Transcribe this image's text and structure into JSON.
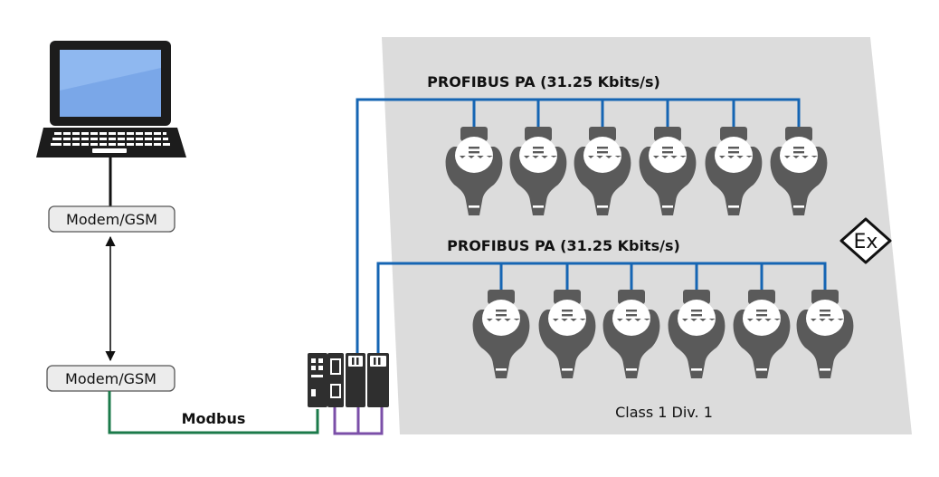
{
  "diagram": {
    "bus_top_label": "PROFIBUS PA (31.25 Kbits/s)",
    "bus_bottom_label": "PROFIBUS PA (31.25 Kbits/s)",
    "modem_top_label": "Modem/GSM",
    "modem_bottom_label": "Modem/GSM",
    "modbus_label": "Modbus",
    "zone_label": "Class 1 Div. 1",
    "ex_symbol": "Ex",
    "colors": {
      "profibus": "#1565b3",
      "modbus": "#1b7a4a",
      "io_link": "#7b4fa8",
      "zone": "#dcdcdc",
      "device": "#5a5a5a"
    },
    "top_row_device_count": 6,
    "bottom_row_device_count": 6
  }
}
